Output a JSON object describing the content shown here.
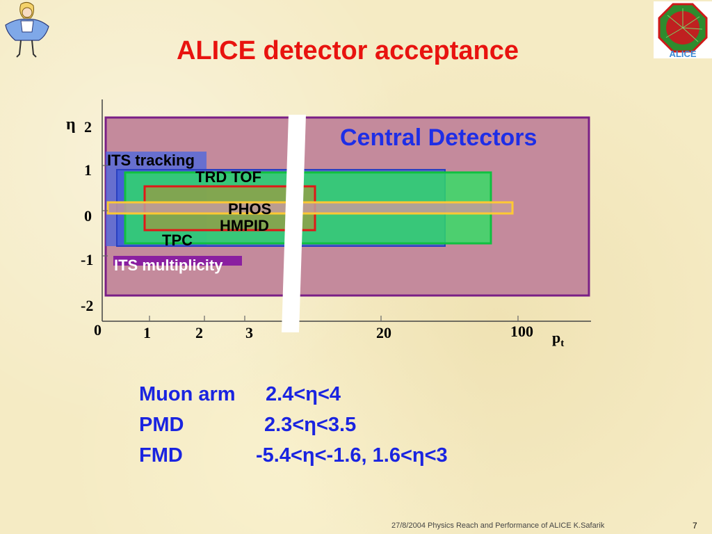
{
  "slide": {
    "title": "ALICE detector acceptance",
    "logo_text": "ALICE",
    "footer": "27/8/2004 Physics Reach and Performance of ALICE  K.Safarik",
    "page_number": "7"
  },
  "diagram": {
    "y_axis_symbol": "η",
    "y_ticks": [
      "2",
      "1",
      "0",
      "-1",
      "-2"
    ],
    "x_ticks": [
      "0",
      "1",
      "2",
      "3",
      "20",
      "100"
    ],
    "x_axis_label": "p",
    "x_axis_label_sub": "t",
    "region_label": "Central Detectors",
    "detectors": {
      "its_tracking": "ITS tracking",
      "trd_tof": "TRD TOF",
      "phos": "PHOS",
      "hmpid": "HMPID",
      "tpc": "TPC",
      "its_multiplicity": "ITS multiplicity"
    },
    "colors": {
      "central_region": "#c48a9c",
      "central_border": "#7a1f86",
      "its_tracking": "#4866e0",
      "trd_tof": "#2fe064",
      "phos": "#ffc933",
      "hmpid": "#e01818",
      "tpc": "#3f5ad8",
      "its_multiplicity": "#8a1fa0",
      "title": "#e8130f",
      "text_blue": "#1a24e0"
    }
  },
  "acceptance_notes": [
    {
      "name": "Muon arm",
      "range": "2.4<η<4"
    },
    {
      "name": "PMD",
      "range": "2.3<η<3.5"
    },
    {
      "name": "FMD",
      "range": "-5.4<η<-1.6, 1.6<η<3"
    }
  ]
}
